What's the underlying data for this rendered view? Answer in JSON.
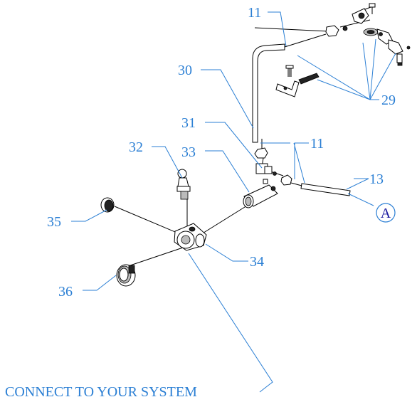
{
  "callouts": {
    "c11_top": "11",
    "c30": "30",
    "c29": "29",
    "c31": "31",
    "c11_mid": "11",
    "c32": "32",
    "c33": "33",
    "c13": "13",
    "c35": "35",
    "c34": "34",
    "c36": "36"
  },
  "reference_marker": "A",
  "note": "CONNECT TO YOUR SYSTEM",
  "colors": {
    "callout": "#2b7fd4",
    "marker_text": "#1a1aa0",
    "lines": "#000000"
  }
}
